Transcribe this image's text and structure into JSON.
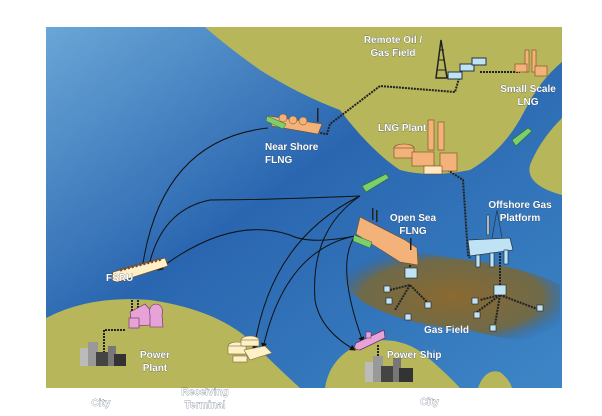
{
  "labels": {
    "remote_field": [
      "Remote Oil /",
      "Gas Field"
    ],
    "small_scale_lng": [
      "Small Scale",
      "LNG"
    ],
    "near_shore_flng": [
      "Near Shore",
      "FLNG"
    ],
    "lng_plant": "LNG Plant",
    "offshore_platform": [
      "Offshore Gas",
      "Platform"
    ],
    "open_sea_flng": [
      "Open Sea",
      "FLNG"
    ],
    "fsru": "FSRU",
    "power_plant": [
      "Power",
      "Plant"
    ],
    "city_left": "City",
    "receiving_terminal": [
      "Receiving",
      "Terminal"
    ],
    "power_ship": "Power Ship",
    "city_right": "City",
    "gas_field": "Gas Field"
  },
  "colors": {
    "sea": "#2f6fb5",
    "land": "#b8b65a",
    "gas_field": "#7a6a3a",
    "facility": "#f2b27a",
    "carrier": "#7ccf6a",
    "power": "#e7a3d8",
    "platform": "#bfe3f5"
  }
}
